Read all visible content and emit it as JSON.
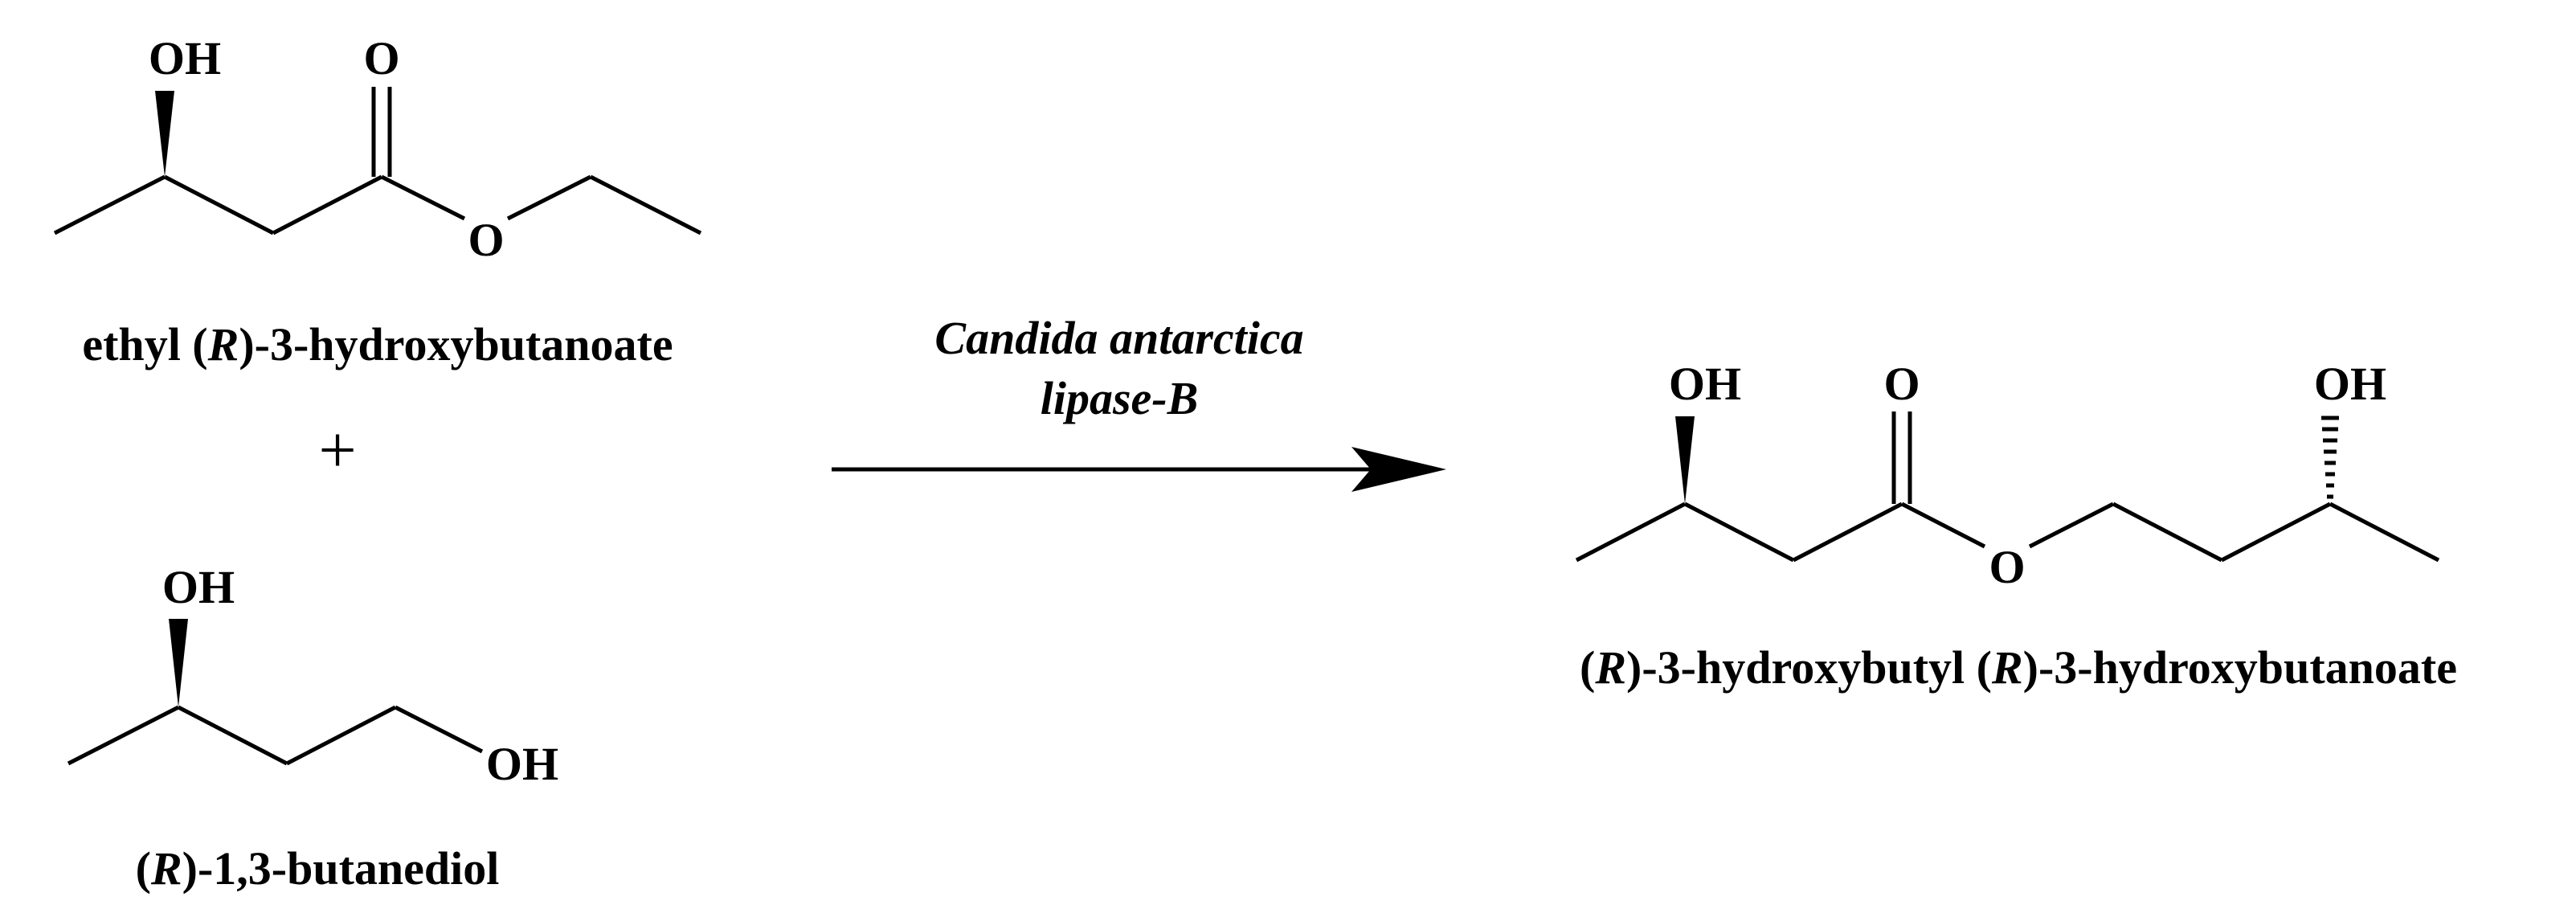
{
  "reactants": [
    {
      "name_parts": [
        "ethyl (",
        "R",
        ")-3-hydroxybutanoate"
      ],
      "atoms": {
        "oh": "OH",
        "carbonyl_o": "O",
        "ester_o": "O"
      }
    },
    {
      "name_parts": [
        "(",
        "R",
        ")-1,3-butanediol"
      ],
      "atoms": {
        "oh_top": "OH",
        "oh_end": "OH"
      }
    }
  ],
  "plus_sign": "+",
  "reaction": {
    "catalyst_line1": "Candida antarctica",
    "catalyst_line2": "lipase-B"
  },
  "product": {
    "name_parts": [
      "(",
      "R",
      ")-3-hydroxybutyl (",
      "R",
      ")-3-hydroxybutanoate"
    ],
    "atoms": {
      "oh_left": "OH",
      "carbonyl_o": "O",
      "ester_o": "O",
      "oh_right": "OH"
    }
  }
}
